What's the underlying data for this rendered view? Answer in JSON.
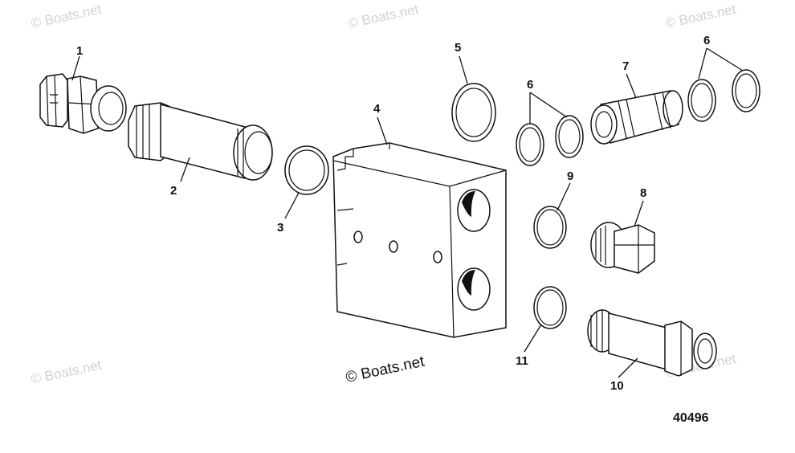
{
  "watermark": {
    "text": "© Boats.net",
    "main_text": "© Boats.net"
  },
  "figure_number": "40496",
  "callouts": [
    {
      "id": "1",
      "label": "1"
    },
    {
      "id": "2",
      "label": "2"
    },
    {
      "id": "3",
      "label": "3"
    },
    {
      "id": "4",
      "label": "4"
    },
    {
      "id": "5",
      "label": "5"
    },
    {
      "id": "6a",
      "label": "6"
    },
    {
      "id": "6b",
      "label": "6"
    },
    {
      "id": "7",
      "label": "7"
    },
    {
      "id": "8",
      "label": "8"
    },
    {
      "id": "9",
      "label": "9"
    },
    {
      "id": "10",
      "label": "10"
    },
    {
      "id": "11",
      "label": "11"
    }
  ]
}
